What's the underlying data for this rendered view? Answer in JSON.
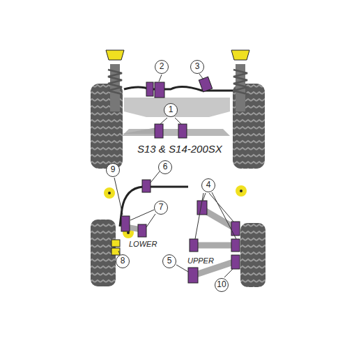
{
  "diagram": {
    "title": "S13 & S14-200SX",
    "labels": [
      "2",
      "3",
      "1",
      "9",
      "6",
      "7",
      "4",
      "LOWER",
      "8",
      "5",
      "UPPER",
      "10"
    ]
  }
}
